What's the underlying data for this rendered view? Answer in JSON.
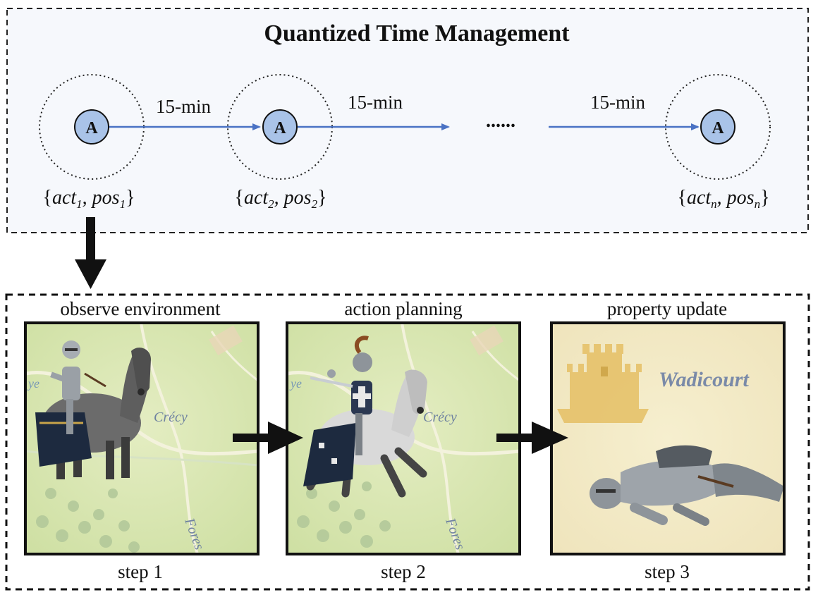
{
  "top_panel": {
    "title": "Quantized Time Management",
    "agent_glyph": "A",
    "interval_labels": [
      "15-min",
      "15-min",
      "15-min"
    ],
    "ellipsis": "......",
    "states": [
      {
        "act": "act",
        "act_sub": "1",
        "pos": "pos",
        "pos_sub": "1"
      },
      {
        "act": "act",
        "act_sub": "2",
        "pos": "pos",
        "pos_sub": "2"
      },
      {
        "act": "act",
        "act_sub": "n",
        "pos": "pos",
        "pos_sub": "n"
      }
    ],
    "accent_color": "#4a72c4",
    "node_fill": "#a9c3e8",
    "panel_fill": "#f6f8fc"
  },
  "bottom_panel": {
    "phases": [
      {
        "header": "observe environment",
        "step": "step 1",
        "map_label": "Crécy",
        "image": "mounted-knight"
      },
      {
        "header": "action  planning",
        "step": "step 2",
        "map_label": "Crécy",
        "image": "charging-knight"
      },
      {
        "header": "property update",
        "step": "step 3",
        "map_label": "Wadicourt",
        "image": "fallen-knight"
      }
    ],
    "map_colors": {
      "land": "#dfe9b9",
      "road": "#f3f2dc",
      "castle": "#e6c26a"
    }
  }
}
